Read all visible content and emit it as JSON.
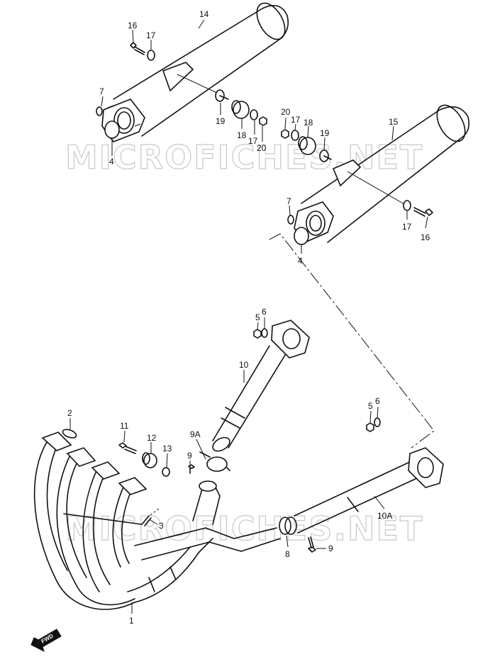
{
  "watermark": "MICROFICHES.NET",
  "fwd_label": "FWD",
  "labels": [
    {
      "id": "l14",
      "text": "14"
    },
    {
      "id": "l16a",
      "text": "16"
    },
    {
      "id": "l17a",
      "text": "17"
    },
    {
      "id": "l7a",
      "text": "7"
    },
    {
      "id": "l4a",
      "text": "4"
    },
    {
      "id": "l19a",
      "text": "19"
    },
    {
      "id": "l18a",
      "text": "18"
    },
    {
      "id": "l17b",
      "text": "17"
    },
    {
      "id": "l20a",
      "text": "20"
    },
    {
      "id": "l20b",
      "text": "20"
    },
    {
      "id": "l17c",
      "text": "17"
    },
    {
      "id": "l18b",
      "text": "18"
    },
    {
      "id": "l19b",
      "text": "19"
    },
    {
      "id": "l15",
      "text": "15"
    },
    {
      "id": "l7b",
      "text": "7"
    },
    {
      "id": "l4b",
      "text": "4"
    },
    {
      "id": "l17d",
      "text": "17"
    },
    {
      "id": "l16b",
      "text": "16"
    },
    {
      "id": "l5a",
      "text": "5"
    },
    {
      "id": "l6a",
      "text": "6"
    },
    {
      "id": "l10",
      "text": "10"
    },
    {
      "id": "l5b",
      "text": "5"
    },
    {
      "id": "l6b",
      "text": "6"
    },
    {
      "id": "l2",
      "text": "2"
    },
    {
      "id": "l11",
      "text": "11"
    },
    {
      "id": "l12",
      "text": "12"
    },
    {
      "id": "l13",
      "text": "13"
    },
    {
      "id": "l9A",
      "text": "9A"
    },
    {
      "id": "l9a",
      "text": "9"
    },
    {
      "id": "l3",
      "text": "3"
    },
    {
      "id": "l10A",
      "text": "10A"
    },
    {
      "id": "l8",
      "text": "8"
    },
    {
      "id": "l9b",
      "text": "9"
    },
    {
      "id": "l1",
      "text": "1"
    }
  ]
}
